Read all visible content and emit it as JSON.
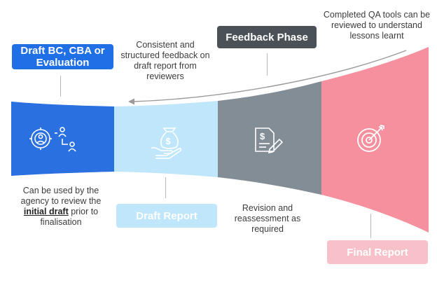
{
  "stages": {
    "draft": {
      "label": "Draft BC, CBA or Evaluation",
      "color": "#1f6fe6"
    },
    "draft_report": {
      "label": "Draft Report",
      "color": "#bfe6fa"
    },
    "feedback": {
      "label": "Feedback Phase",
      "color": "#4a5157"
    },
    "final_report": {
      "label": "Final Report",
      "color": "#f8c0c8"
    }
  },
  "notes": {
    "consistent": "Consistent and structured feedback on draft report from reviewers",
    "qa_tools": "Completed QA tools can be reviewed to understand lessons learnt",
    "agency_pre": "Can be used by the agency to review the",
    "agency_emph": "initial draft",
    "agency_post": "prior to finalisation",
    "revision": "Revision and reassessment as required"
  },
  "funnel_colors": {
    "blue": "#2a70e0",
    "light_blue": "#bfe6fa",
    "grey": "#838d96",
    "pink": "#f6909e",
    "arrow": "#9a9a9a"
  },
  "icons": [
    "team-process-icon",
    "money-hand-icon",
    "document-dollar-icon",
    "target-icon"
  ]
}
